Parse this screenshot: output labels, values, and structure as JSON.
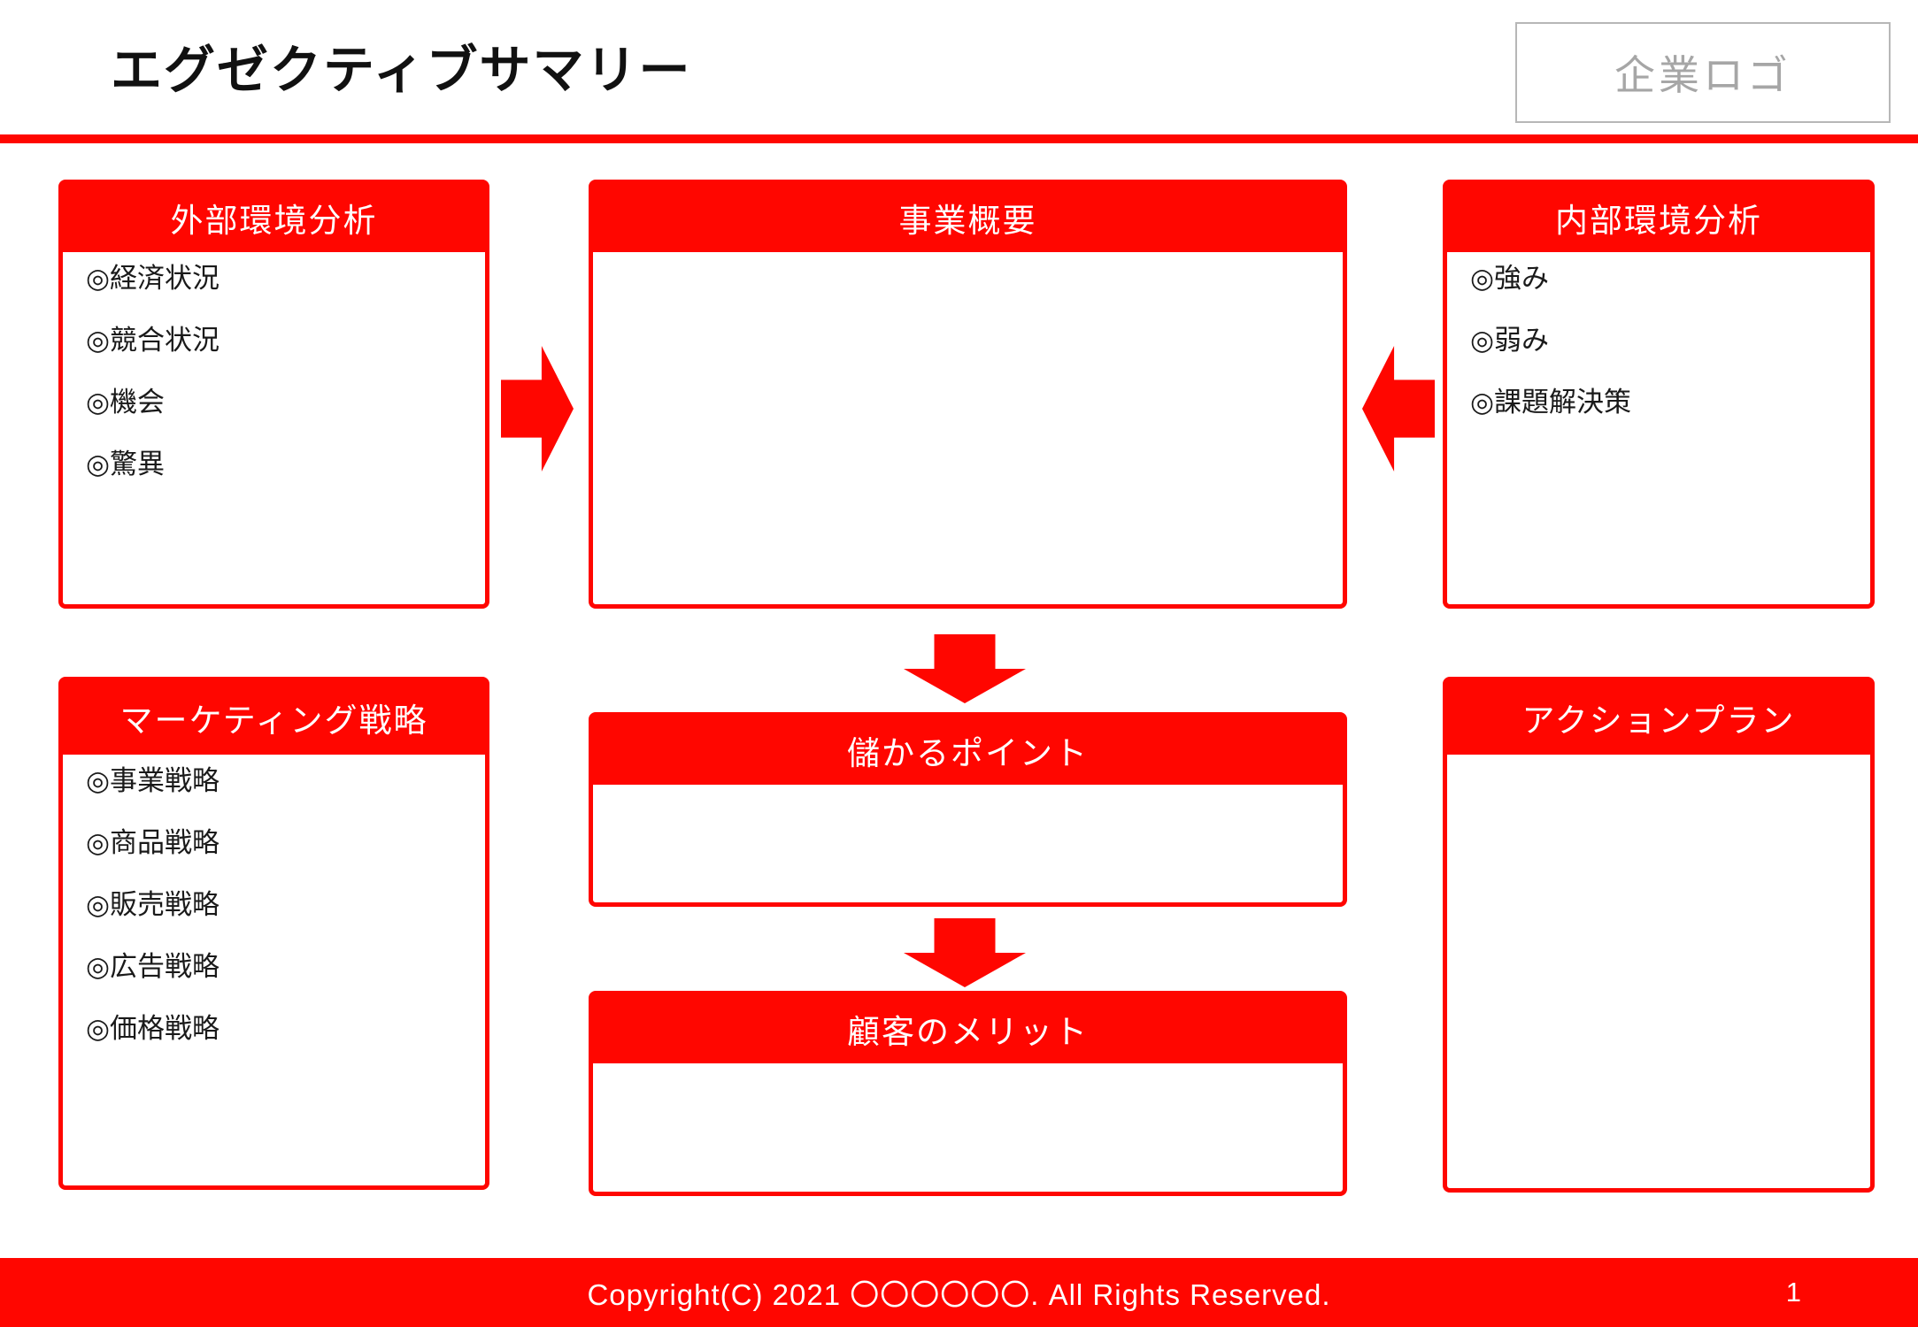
{
  "page": {
    "title": "エグゼクティブサマリー",
    "logo_placeholder": "企業ロゴ",
    "copyright": "Copyright(C) 2021 〇〇〇〇〇〇. All Rights Reserved.",
    "page_number": "1"
  },
  "colors": {
    "accent_red": "#ff0600",
    "logo_gray": "#a6a6a6",
    "text_black": "#1a1a1a"
  },
  "boxes": {
    "external": {
      "title": "外部環境分析",
      "items": [
        "◎経済状況",
        "◎競合状況",
        "◎機会",
        "◎驚異"
      ]
    },
    "business": {
      "title": "事業概要",
      "items": []
    },
    "internal": {
      "title": "内部環境分析",
      "items": [
        "◎強み",
        "◎弱み",
        "◎課題解決策"
      ]
    },
    "marketing": {
      "title": "マーケティング戦略",
      "items": [
        "◎事業戦略",
        "◎商品戦略",
        "◎販売戦略",
        "◎広告戦略",
        "◎価格戦略"
      ]
    },
    "profit": {
      "title": "儲かるポイント",
      "items": []
    },
    "customer": {
      "title": "顧客のメリット",
      "items": []
    },
    "action": {
      "title": "アクションプラン",
      "items": []
    }
  }
}
